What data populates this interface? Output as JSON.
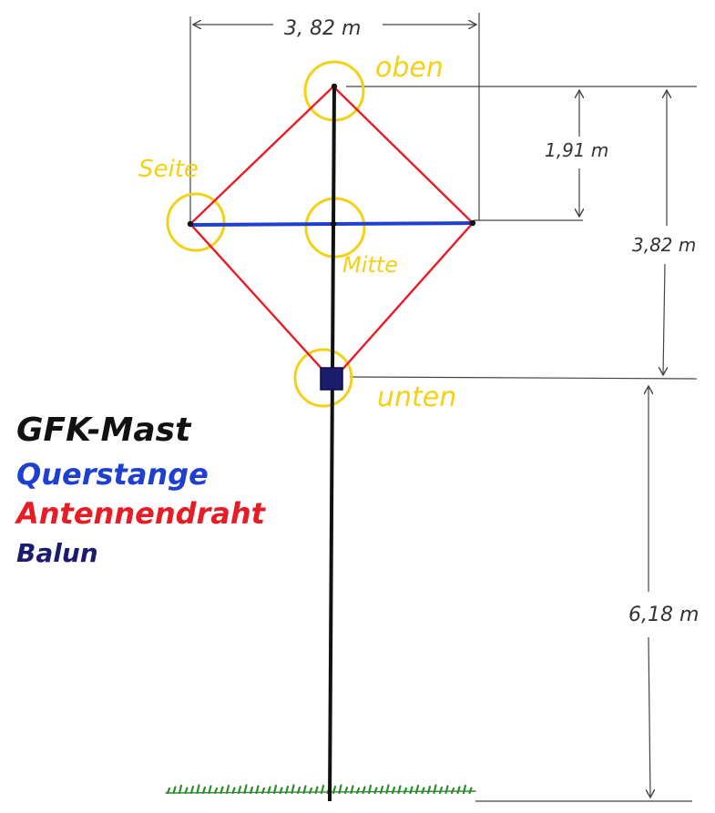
{
  "colors": {
    "mast": "#111111",
    "crossbar": "#1f3fcf",
    "wire": "#e81c24",
    "balun": "#1c1c6e",
    "highlight": "#f2d116",
    "dimension": "#444444",
    "grass": "#2e8b2e"
  },
  "labels": {
    "top": "oben",
    "side": "Seite",
    "middle": "Mitte",
    "bottom": "unten"
  },
  "dimensions": {
    "width": "3, 82 m",
    "half_height": "1,91 m",
    "height": "3,82 m",
    "mast_below": "6,18 m"
  },
  "legend": {
    "mast": "GFK-Mast",
    "crossbar": "Querstange",
    "wire": "Antennendraht",
    "balun": "Balun"
  }
}
